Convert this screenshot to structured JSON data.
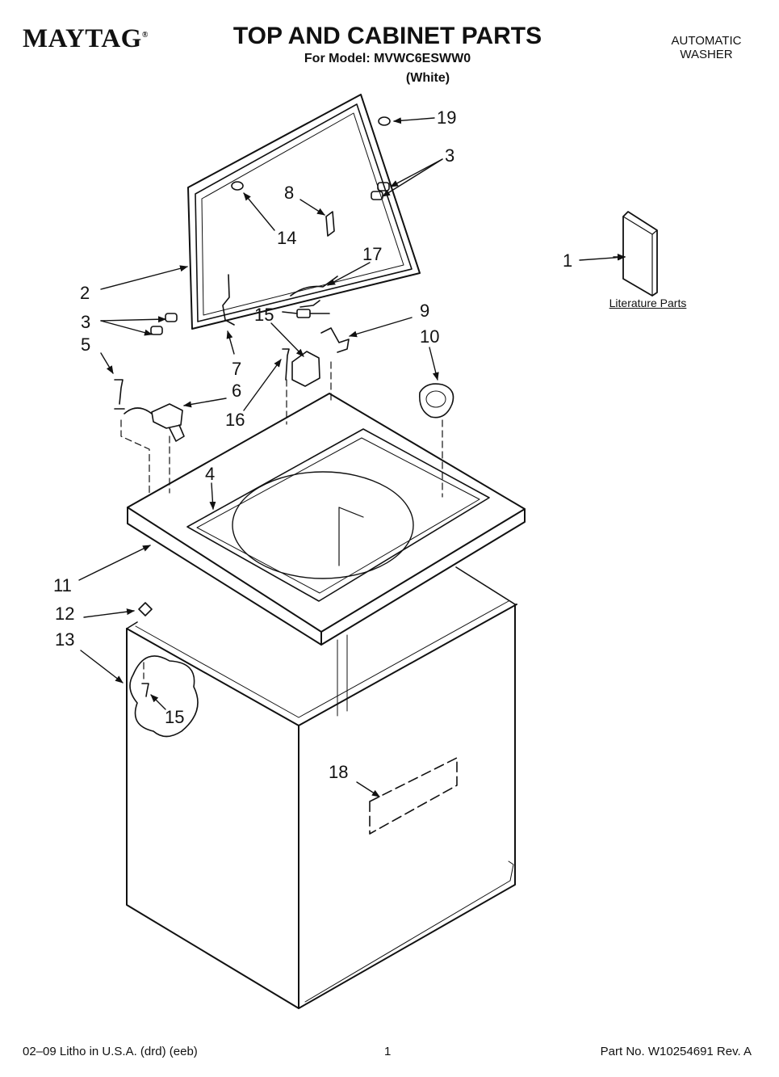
{
  "header": {
    "brand": "MAYTAG",
    "brand_mark": "®",
    "title": "TOP AND CABINET PARTS",
    "model_line": "For Model: MVWC6ESWW0",
    "color": "(White)",
    "product_type_line1": "AUTOMATIC",
    "product_type_line2": "WASHER"
  },
  "literature": {
    "caption": "Literature Parts"
  },
  "callouts": [
    {
      "id": "c1",
      "text": "1"
    },
    {
      "id": "c2",
      "text": "2"
    },
    {
      "id": "c3a",
      "text": "3"
    },
    {
      "id": "c3b",
      "text": "3"
    },
    {
      "id": "c4",
      "text": "4"
    },
    {
      "id": "c5",
      "text": "5"
    },
    {
      "id": "c6",
      "text": "6"
    },
    {
      "id": "c7",
      "text": "7"
    },
    {
      "id": "c8",
      "text": "8"
    },
    {
      "id": "c9",
      "text": "9"
    },
    {
      "id": "c10",
      "text": "10"
    },
    {
      "id": "c11",
      "text": "11"
    },
    {
      "id": "c12",
      "text": "12"
    },
    {
      "id": "c13",
      "text": "13"
    },
    {
      "id": "c14",
      "text": "14"
    },
    {
      "id": "c15a",
      "text": "15"
    },
    {
      "id": "c15b",
      "text": "15"
    },
    {
      "id": "c16",
      "text": "16"
    },
    {
      "id": "c17",
      "text": "17"
    },
    {
      "id": "c18",
      "text": "18"
    },
    {
      "id": "c19",
      "text": "19"
    }
  ],
  "footer": {
    "print_info": "02–09 Litho in U.S.A. (drd) (eeb)",
    "page_number": "1",
    "part_number": "Part No. W10254691 Rev. A"
  }
}
